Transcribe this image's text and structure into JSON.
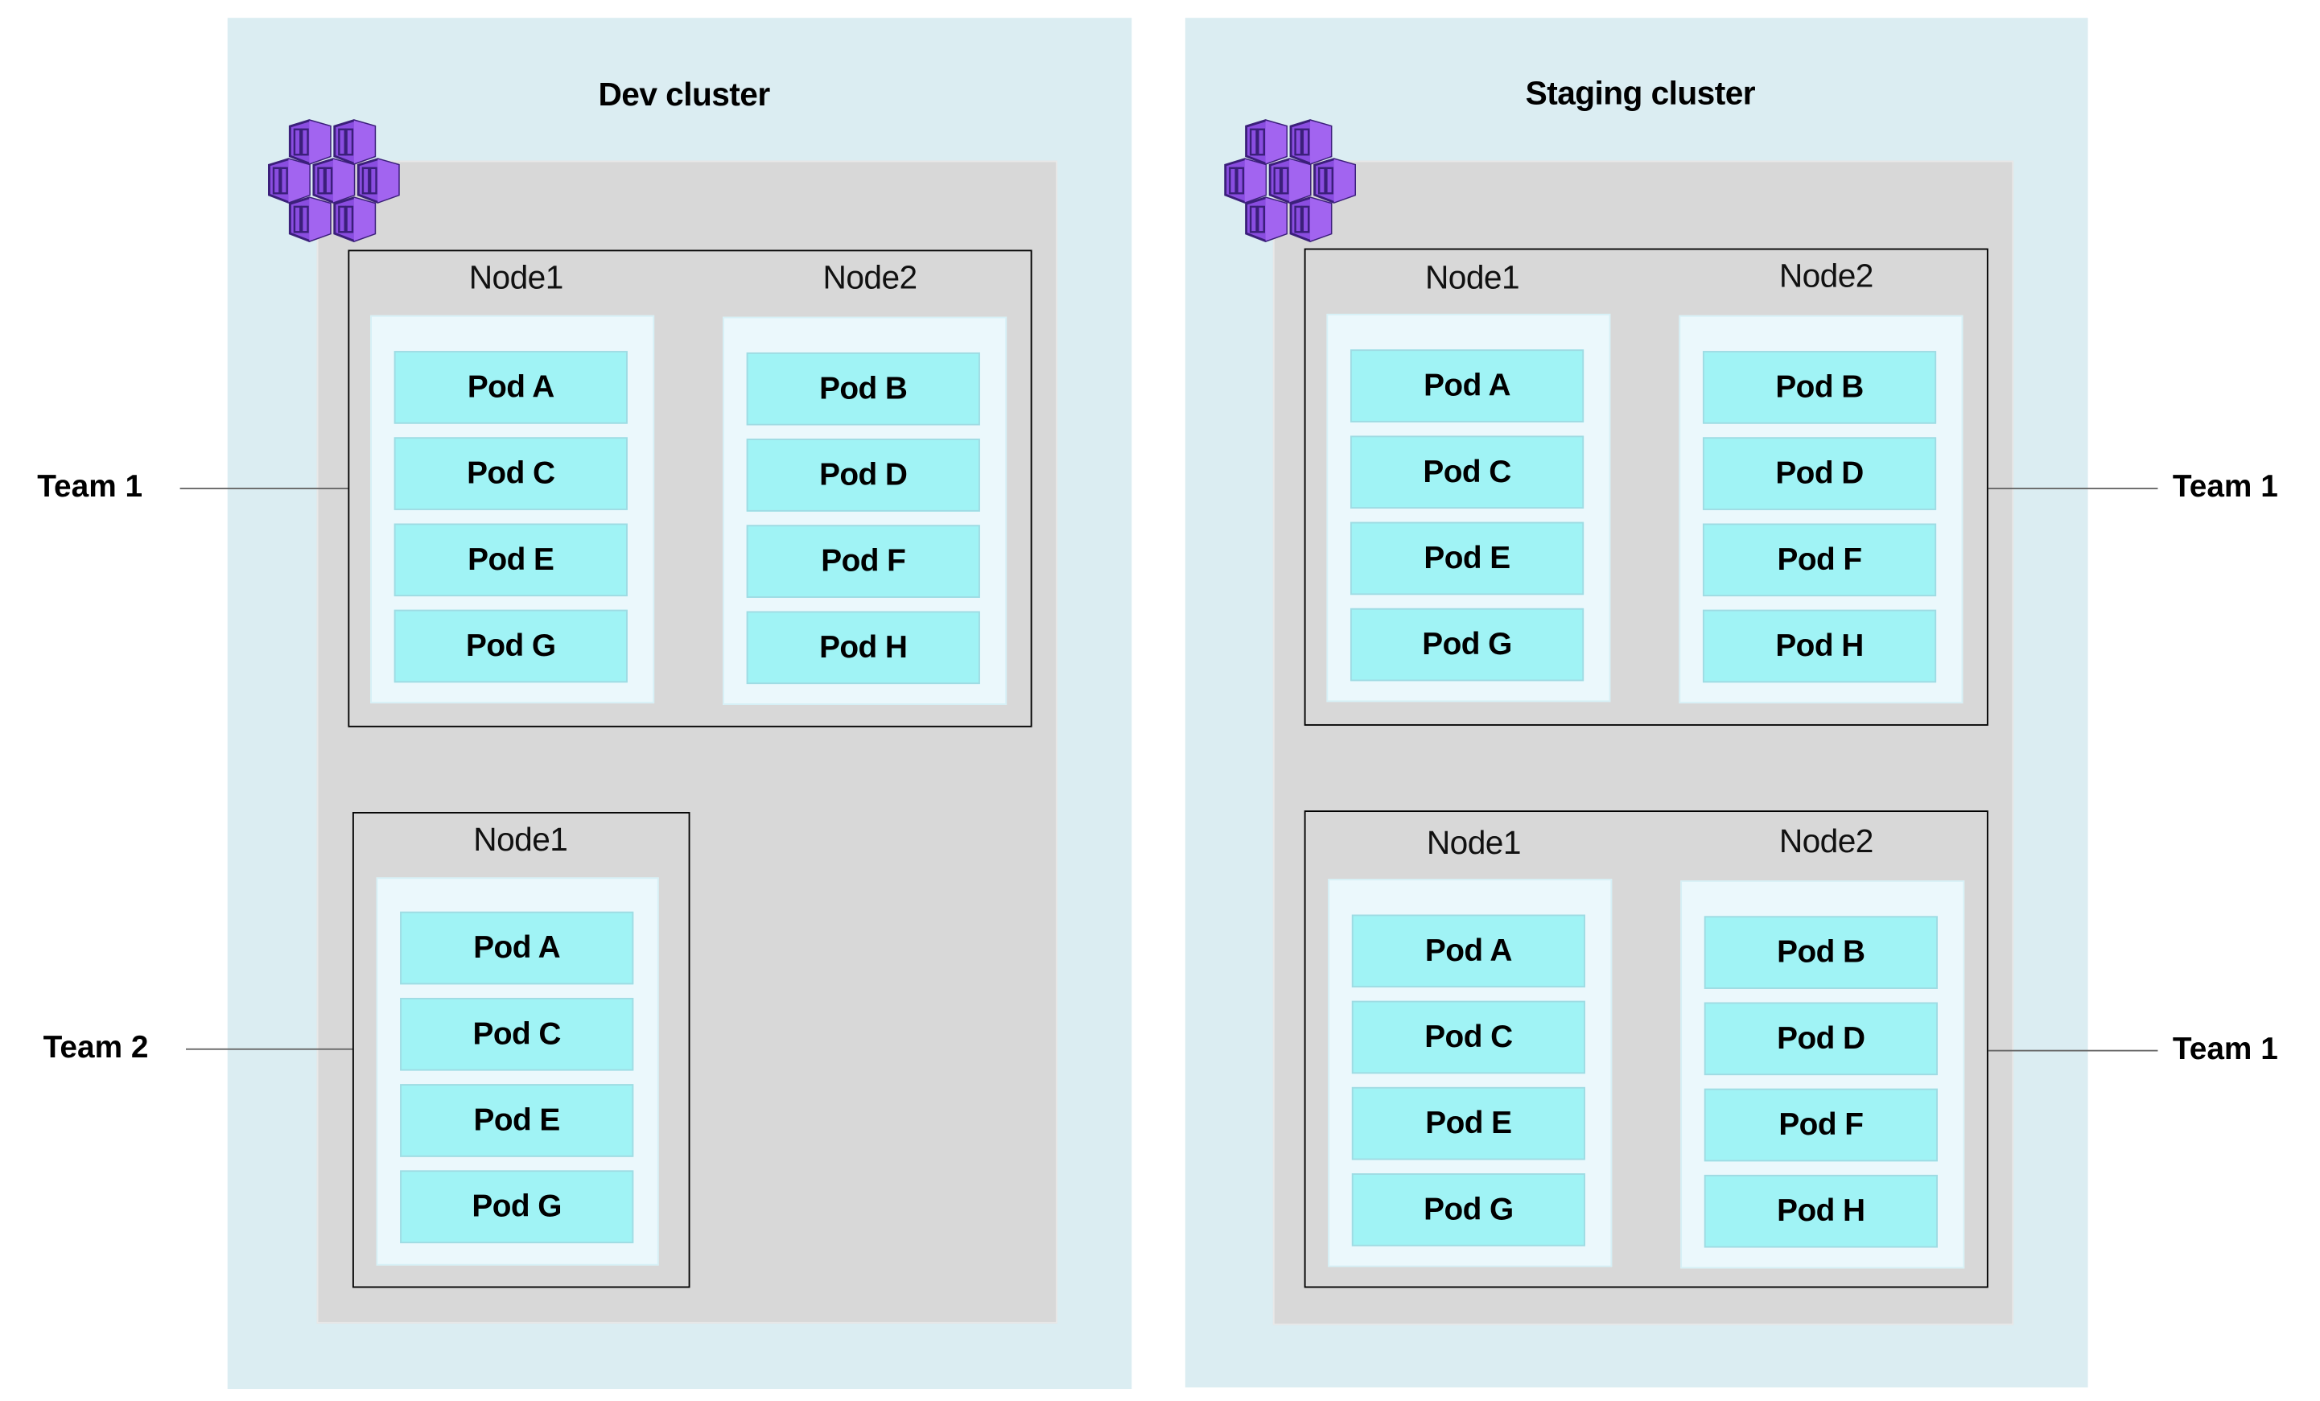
{
  "colors": {
    "cluster_bg": "#dbedf2",
    "pool_bg": "#d8d8d8",
    "node_bg": "#ebf8fc",
    "pod_bg": "#a0f3f5",
    "icon": "#7b3fd6"
  },
  "clusters": [
    {
      "title": "Dev cluster",
      "icon": "kubernetes-service-icon",
      "groups": [
        {
          "team": "Team 1",
          "nodes": [
            {
              "label": "Node1",
              "pods": [
                "Pod A",
                "Pod C",
                "Pod E",
                "Pod G"
              ]
            },
            {
              "label": "Node2",
              "pods": [
                "Pod B",
                "Pod D",
                "Pod F",
                "Pod H"
              ]
            }
          ]
        },
        {
          "team": "Team 2",
          "nodes": [
            {
              "label": "Node1",
              "pods": [
                "Pod A",
                "Pod C",
                "Pod E",
                "Pod G"
              ]
            }
          ]
        }
      ]
    },
    {
      "title": "Staging cluster",
      "icon": "kubernetes-service-icon",
      "groups": [
        {
          "team": "Team 1",
          "nodes": [
            {
              "label": "Node1",
              "pods": [
                "Pod A",
                "Pod C",
                "Pod E",
                "Pod G"
              ]
            },
            {
              "label": "Node2",
              "pods": [
                "Pod B",
                "Pod D",
                "Pod F",
                "Pod H"
              ]
            }
          ]
        },
        {
          "team": "Team 1",
          "nodes": [
            {
              "label": "Node1",
              "pods": [
                "Pod A",
                "Pod C",
                "Pod E",
                "Pod G"
              ]
            },
            {
              "label": "Node2",
              "pods": [
                "Pod B",
                "Pod D",
                "Pod F",
                "Pod H"
              ]
            }
          ]
        }
      ]
    }
  ]
}
